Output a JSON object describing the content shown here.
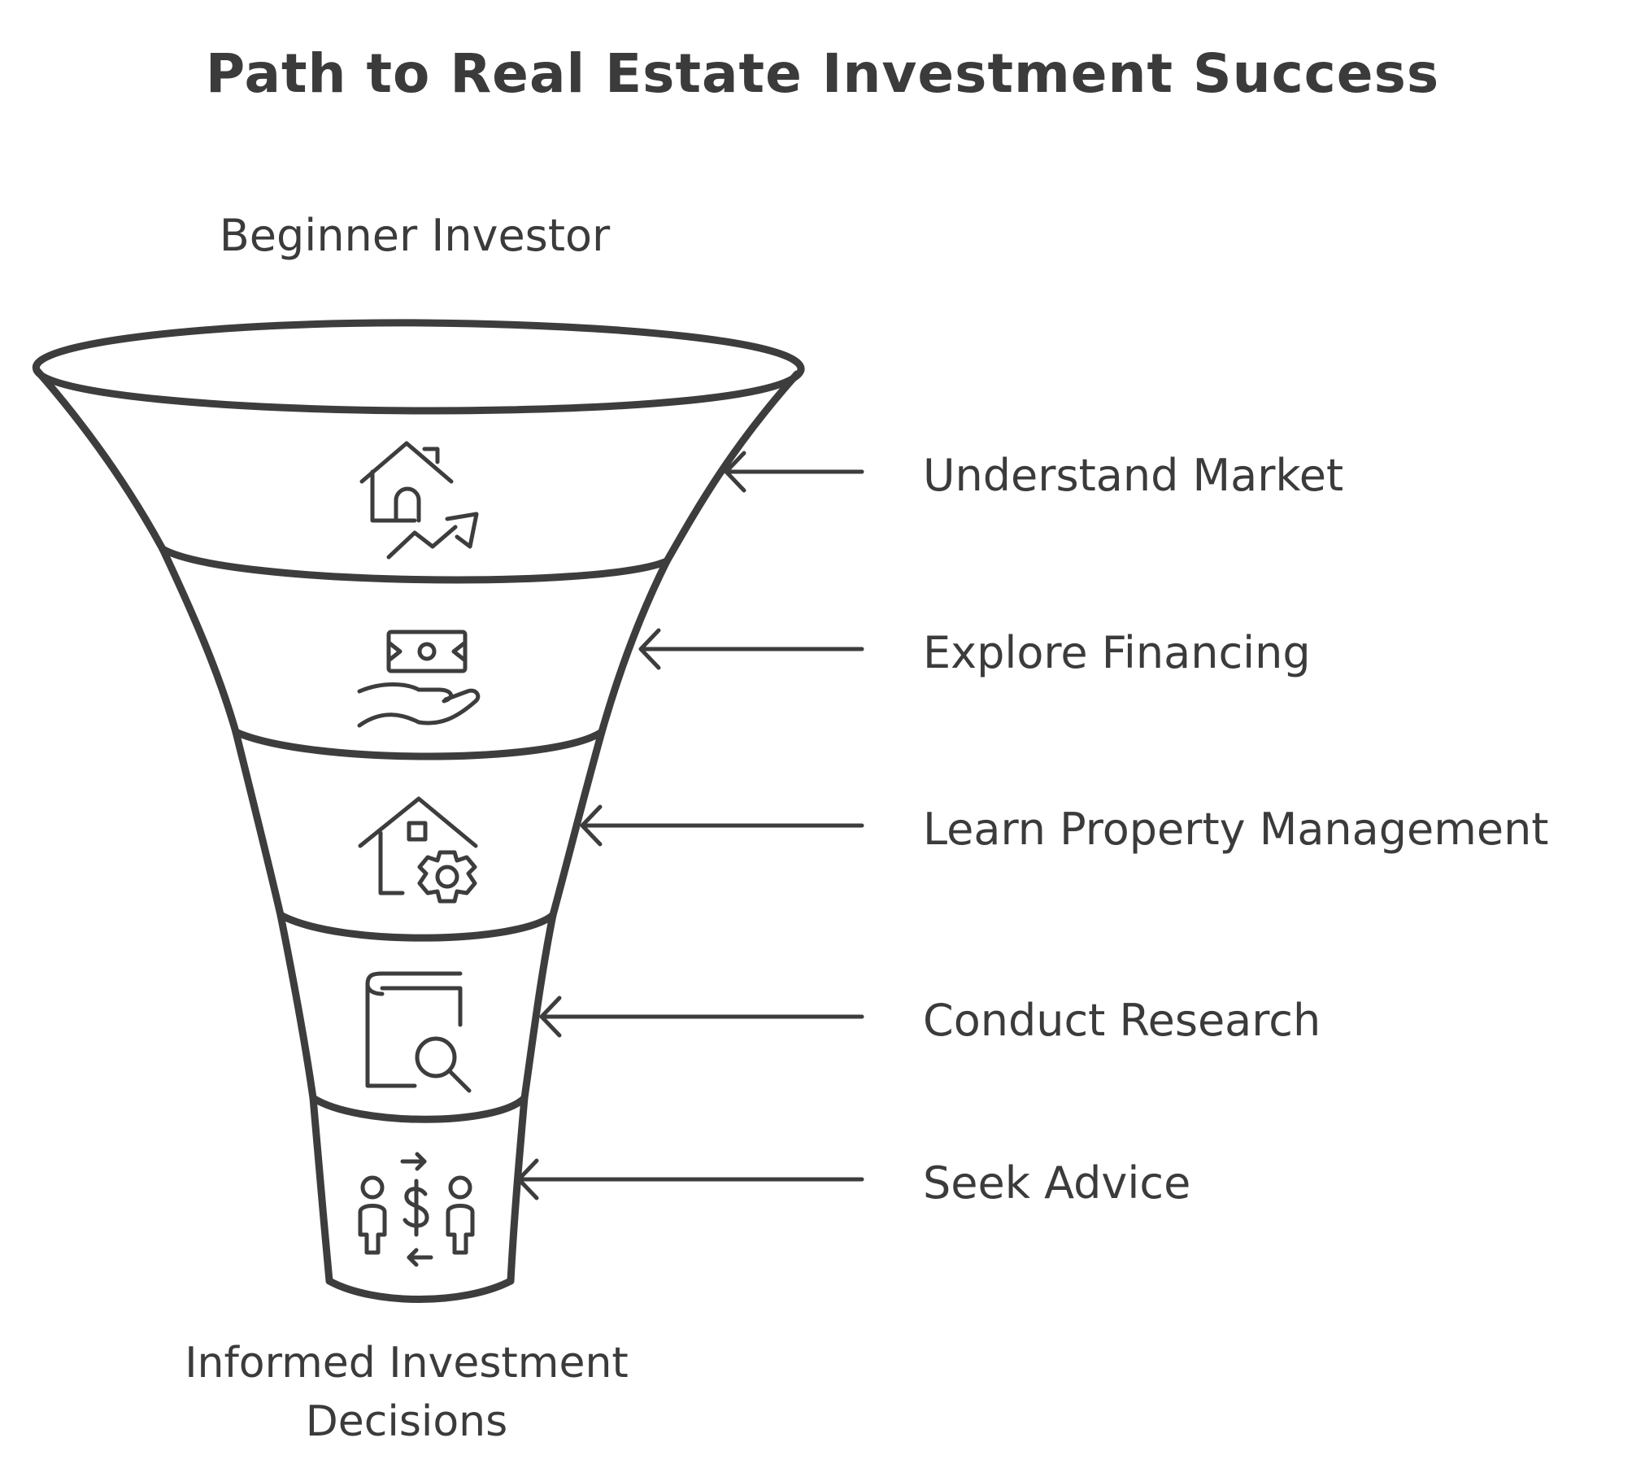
{
  "title": "Path to Real Estate Investment Success",
  "funnel": {
    "top_label": "Beginner Investor",
    "bottom_label_line1": "Informed Investment",
    "bottom_label_line2": "Decisions",
    "stages": [
      {
        "label": "Understand Market",
        "icon": "house-trend-icon"
      },
      {
        "label": "Explore Financing",
        "icon": "hand-money-icon"
      },
      {
        "label": "Learn Property Management",
        "icon": "house-gear-icon"
      },
      {
        "label": "Conduct Research",
        "icon": "book-magnifier-icon"
      },
      {
        "label": "Seek Advice",
        "icon": "people-exchange-icon"
      }
    ]
  },
  "colors": {
    "ink": "#3d3d3d",
    "background": "#ffffff"
  }
}
